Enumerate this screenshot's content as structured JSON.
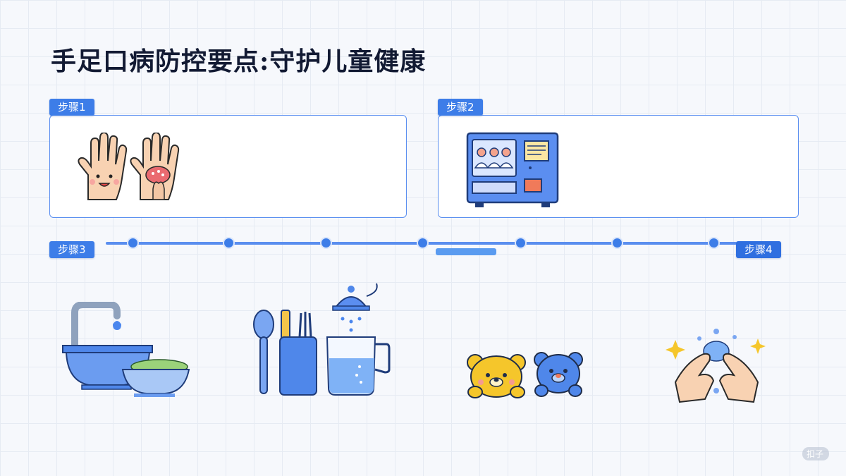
{
  "title": "手足口病防控要点:守护儿童健康",
  "steps": [
    {
      "label": "步骤1"
    },
    {
      "label": "步骤2"
    },
    {
      "label": "步骤3"
    },
    {
      "label": "步骤4"
    }
  ],
  "icons": {
    "step1": [
      "hand-icon",
      "hand-rash-icon"
    ],
    "step2": "monitor-machine-icon",
    "bottom": [
      "washbasin-icon",
      "utensils-icon",
      "water-pitcher-icon",
      "teddy-bear-icon",
      "blue-bear-icon",
      "hand-washing-icon"
    ]
  },
  "colors": {
    "accent": "#3d7de8",
    "title": "#121a33",
    "card_border": "#5b8ff0"
  },
  "watermark": "扣子"
}
